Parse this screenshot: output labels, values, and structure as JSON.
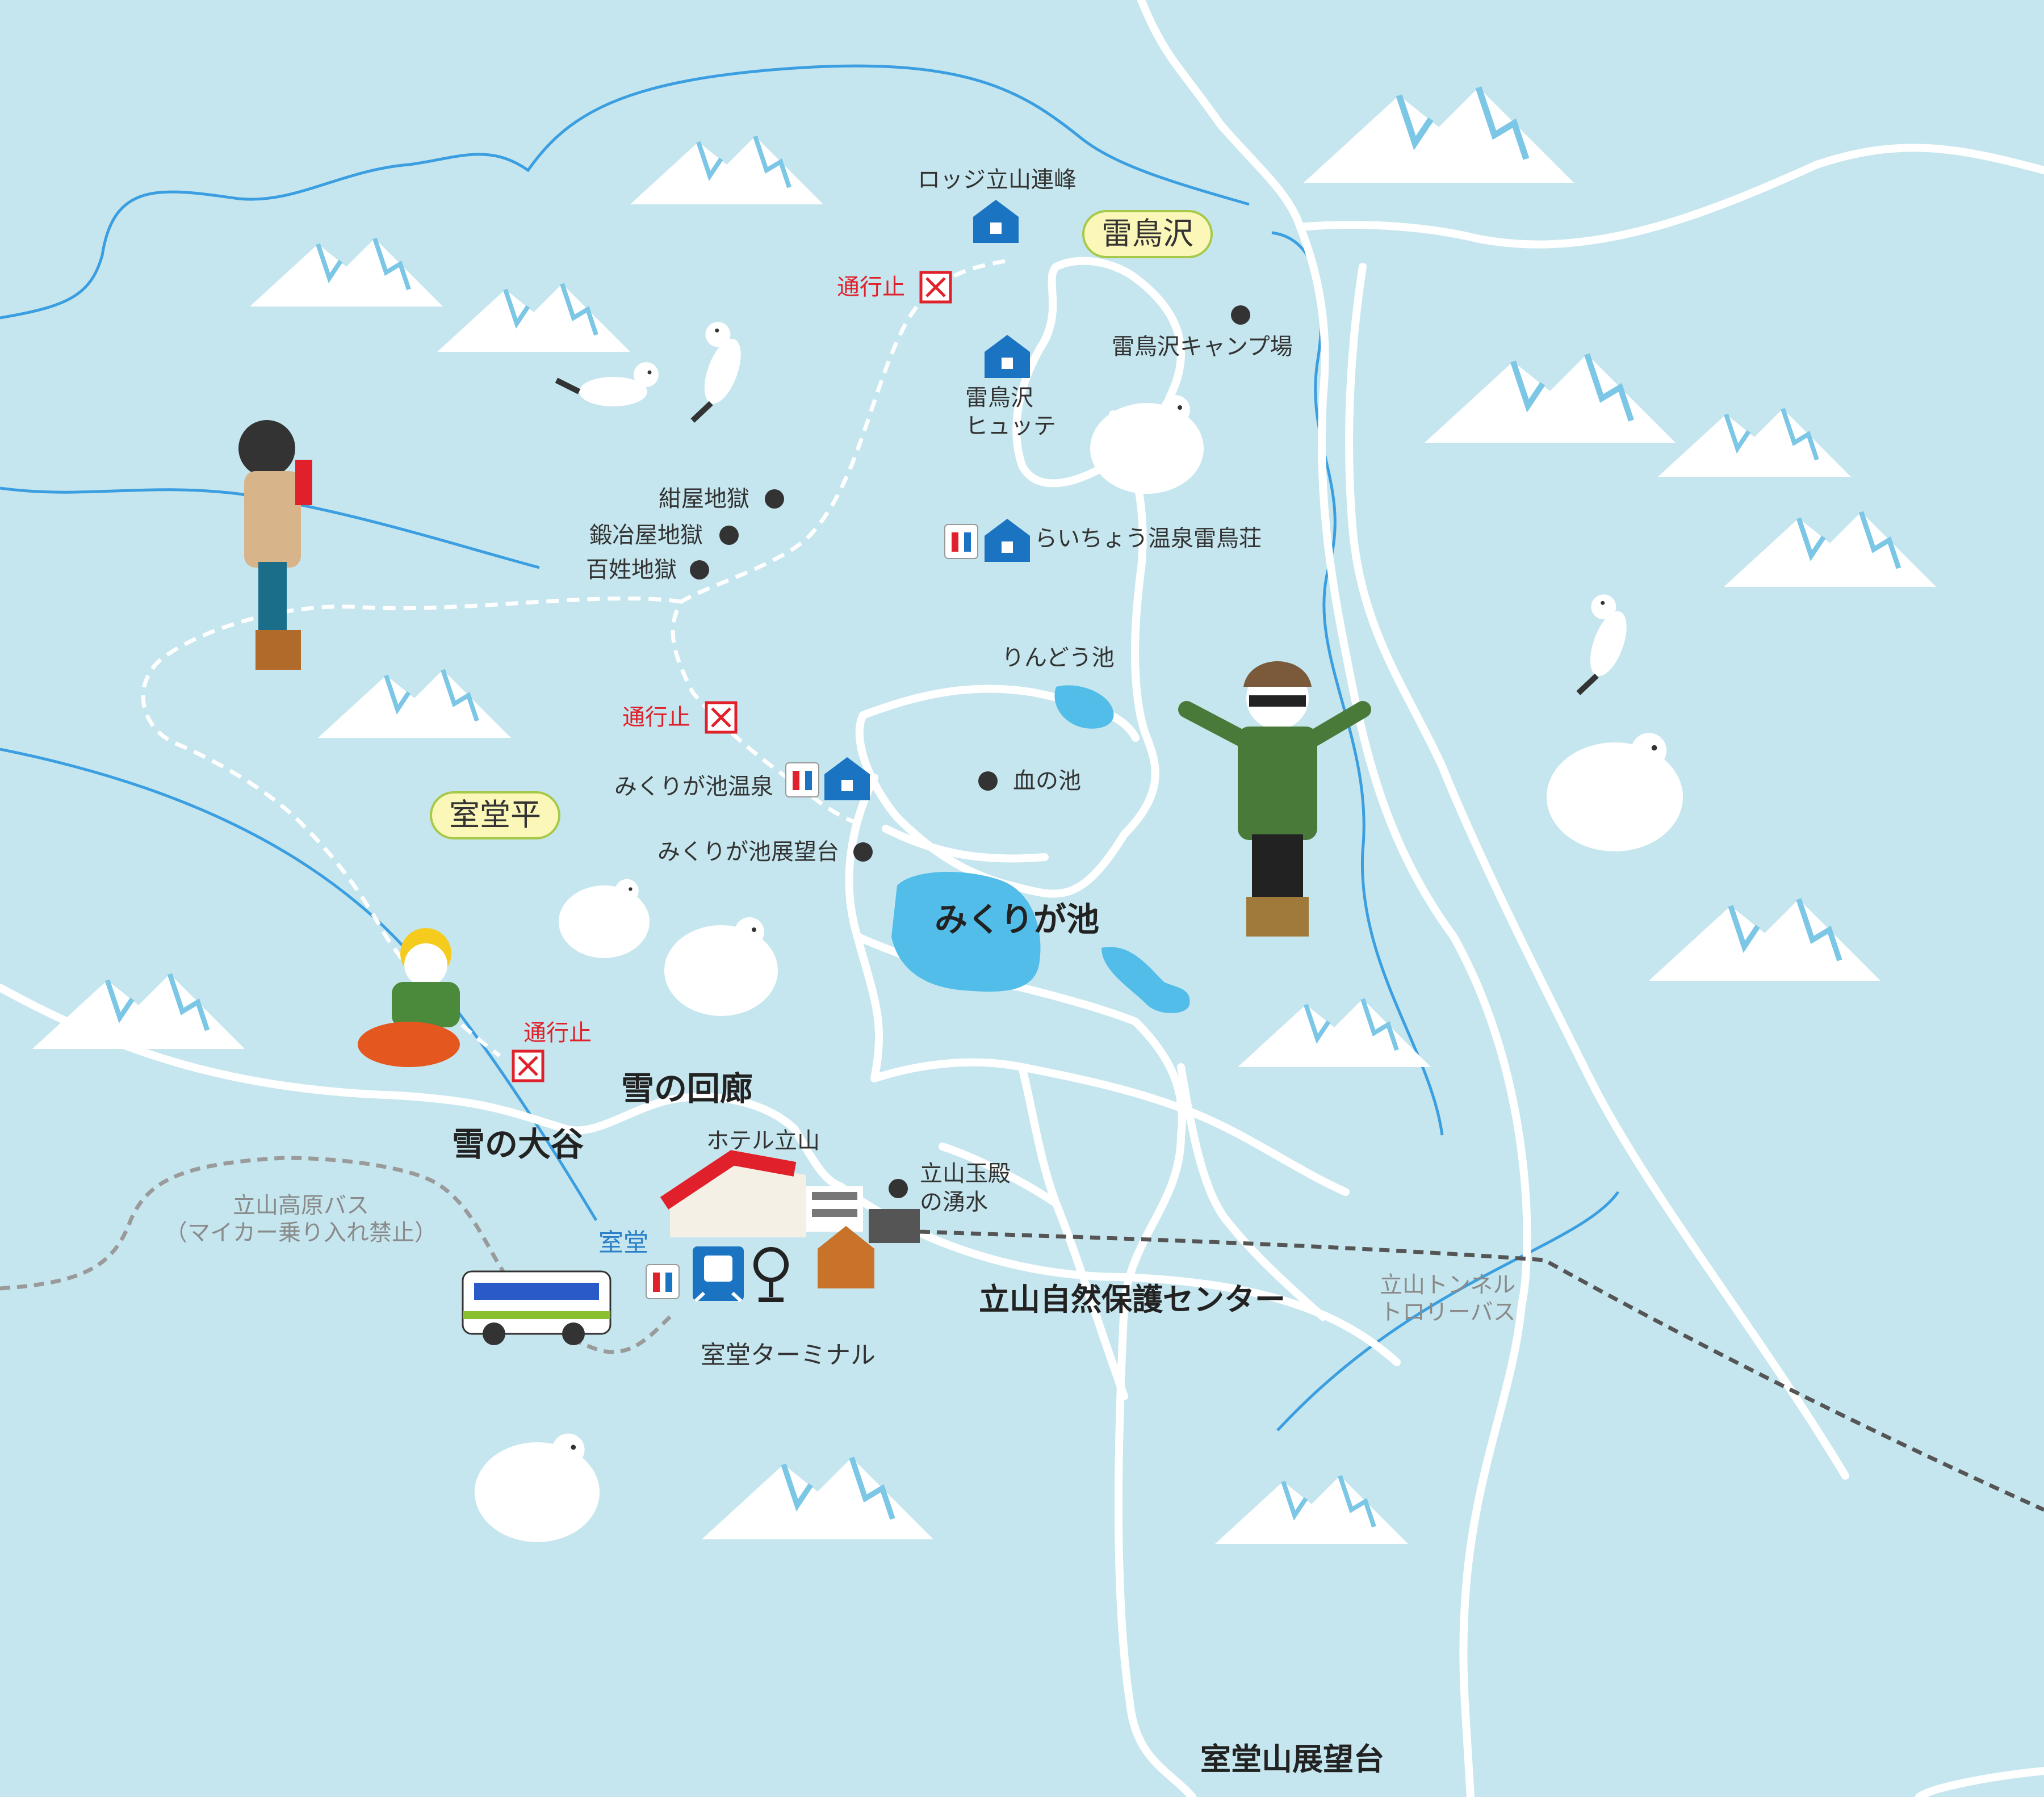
{
  "colors": {
    "background": "#c5e6ee",
    "road": "#ffffff",
    "river": "#3a9ee0",
    "pond": "#52bde8",
    "trail_closed": "#e0202a",
    "area_label_bg": "#fbf7b9",
    "area_label_border": "#a6c94a",
    "hut": "#1a74c2",
    "bus_route": "#9a9a9a",
    "trolley_route": "#555555"
  },
  "areas": {
    "raichozawa": "雷鳥沢",
    "murodo_daira": "室堂平"
  },
  "places": {
    "lodge_tateyama_renpo": "ロッジ立山連峰",
    "raichozawa_camp": "雷鳥沢キャンプ場",
    "raichozawa_hutte_line1": "雷鳥沢",
    "raichozawa_hutte_line2": "ヒュッテ",
    "raicho_onsen": "らいちょう温泉雷鳥荘",
    "konya_jigoku": "紺屋地獄",
    "kajiya_jigoku": "鍛冶屋地獄",
    "hyakusho_jigoku": "百姓地獄",
    "rindo_ike": "りんどう池",
    "chi_no_ike": "血の池",
    "mikurigaike_onsen": "みくりが池温泉",
    "mikurigaike_observatory": "みくりが池展望台",
    "mikurigaike": "みくりが池",
    "yuki_no_kairo": "雪の回廊",
    "yuki_no_otani": "雪の大谷",
    "hotel_tateyama": "ホテル立山",
    "tamadono_line1": "立山玉殿",
    "tamadono_line2": "の湧水",
    "murodo": "室堂",
    "murodo_terminal": "室堂ターミナル",
    "nature_center": "立山自然保護センター",
    "murodoyama_observatory": "室堂山展望台"
  },
  "closures": [
    "通行止",
    "通行止",
    "通行止"
  ],
  "routes": {
    "bus_line1": "立山高原バス",
    "bus_line2": "（マイカー乗り入れ禁止）",
    "trolley_line1": "立山トンネル",
    "trolley_line2": "トロリーバス"
  },
  "icons": [
    "hut-icon",
    "restroom-icon",
    "station-icon",
    "info-icon",
    "closed-x-icon",
    "mountain-icon",
    "stoat-icon",
    "ptarmigan-icon",
    "bus-icon",
    "person-icon"
  ]
}
